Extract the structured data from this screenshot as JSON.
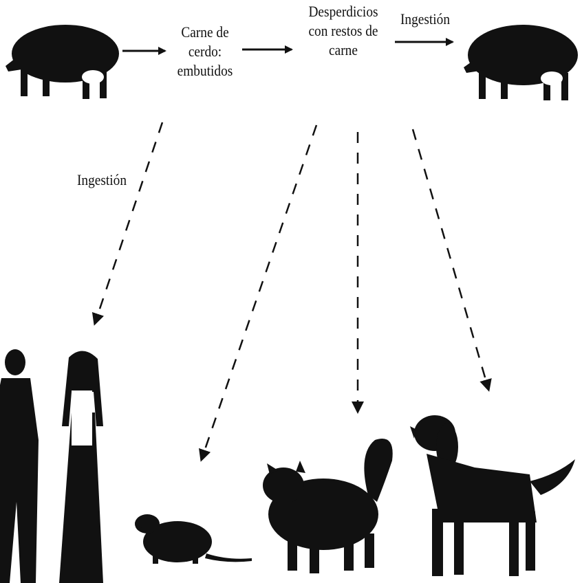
{
  "diagram": {
    "nodes": {
      "carne_de_cerdo": [
        "Carne de",
        "cerdo:",
        "embutidos"
      ],
      "desperdicios": [
        "Desperdicios",
        "con restos de",
        "carne"
      ]
    },
    "edge_labels": {
      "ingestion_top": "Ingestión",
      "ingestion_left": "Ingestión"
    },
    "figures": [
      "pig-source",
      "pig-infected",
      "humans",
      "rat",
      "cat",
      "dog"
    ],
    "ink_color": "#111111"
  }
}
